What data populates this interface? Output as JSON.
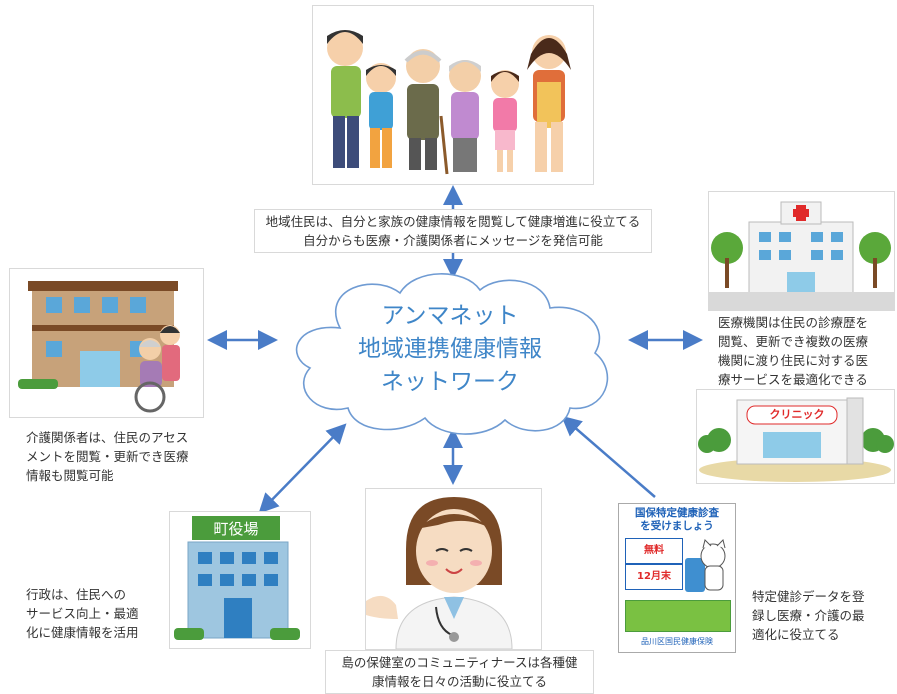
{
  "colors": {
    "arrow": "#4a7cc7",
    "cloud_stroke": "#6f9bd3",
    "cloud_text": "#3f86c8"
  },
  "cloud": {
    "line1": "アンマネット",
    "line2": "地域連携健康情報",
    "line3": "ネットワーク"
  },
  "residents": {
    "icon": "family-illustration",
    "caption_line1": "地域住民は、自分と家族の健康情報を閲覧して健康増進に役立てる",
    "caption_line2": "自分からも医療・介護関係者にメッセージを発信可能"
  },
  "care": {
    "icon": "nursing-home-illustration",
    "caption_line1": "介護関係者は、住民のアセス",
    "caption_line2": "メントを閲覧・更新でき医療",
    "caption_line3": "情報も閲覧可能"
  },
  "medical": {
    "icon": "hospital-illustration",
    "clinic_icon": "clinic-illustration",
    "clinic_sign": "クリニック",
    "caption_line1": "医療機関は住民の診療歴を",
    "caption_line2": "閲覧、更新でき複数の医療",
    "caption_line3": "機関に渡り住民に対する医",
    "caption_line4": "療サービスを最適化できる"
  },
  "government": {
    "icon": "town-hall-illustration",
    "sign": "町役場",
    "caption_line1": "行政は、住民への",
    "caption_line2": "サービス向上・最適",
    "caption_line3": "化に健康情報を活用"
  },
  "nurse": {
    "icon": "nurse-illustration",
    "caption_line1": "島の保健室のコミュニティナースは各種健",
    "caption_line2": "康情報を日々の活動に役立てる"
  },
  "checkup": {
    "icon": "checkup-poster",
    "poster_title1": "国保特定健康診査",
    "poster_title2": "を受けましょう",
    "poster_fee": "無料",
    "poster_deadline": "12月末",
    "poster_footer": "品川区国民健康保険",
    "caption_line1": "特定健診データを登",
    "caption_line2": "録し医療・介護の最",
    "caption_line3": "適化に役立てる"
  }
}
